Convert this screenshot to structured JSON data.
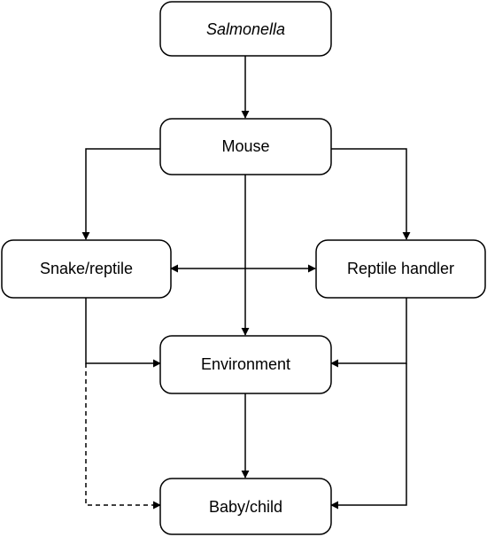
{
  "nodes": {
    "salmonella": {
      "label": "Salmonella",
      "italic": true
    },
    "mouse": {
      "label": "Mouse"
    },
    "snake_reptile": {
      "label": "Snake/reptile"
    },
    "reptile_handler": {
      "label": "Reptile handler"
    },
    "environment": {
      "label": "Environment"
    },
    "baby_child": {
      "label": "Baby/child"
    }
  },
  "edges": [
    {
      "from": "Salmonella",
      "to": "Mouse",
      "style": "solid"
    },
    {
      "from": "Mouse",
      "to": "Snake/reptile",
      "style": "solid"
    },
    {
      "from": "Mouse",
      "to": "Reptile handler",
      "style": "solid"
    },
    {
      "from": "Mouse",
      "to": "Environment",
      "style": "solid"
    },
    {
      "from": "Snake/reptile",
      "to": "Reptile handler",
      "style": "solid",
      "bidirectional": true
    },
    {
      "from": "Snake/reptile",
      "to": "Environment",
      "style": "solid"
    },
    {
      "from": "Reptile handler",
      "to": "Environment",
      "style": "solid"
    },
    {
      "from": "Environment",
      "to": "Baby/child",
      "style": "solid"
    },
    {
      "from": "Reptile handler",
      "to": "Baby/child",
      "style": "solid"
    },
    {
      "from": "Snake/reptile",
      "to": "Baby/child",
      "style": "dashed"
    }
  ],
  "colors": {
    "stroke": "#000000",
    "background": "#ffffff"
  }
}
